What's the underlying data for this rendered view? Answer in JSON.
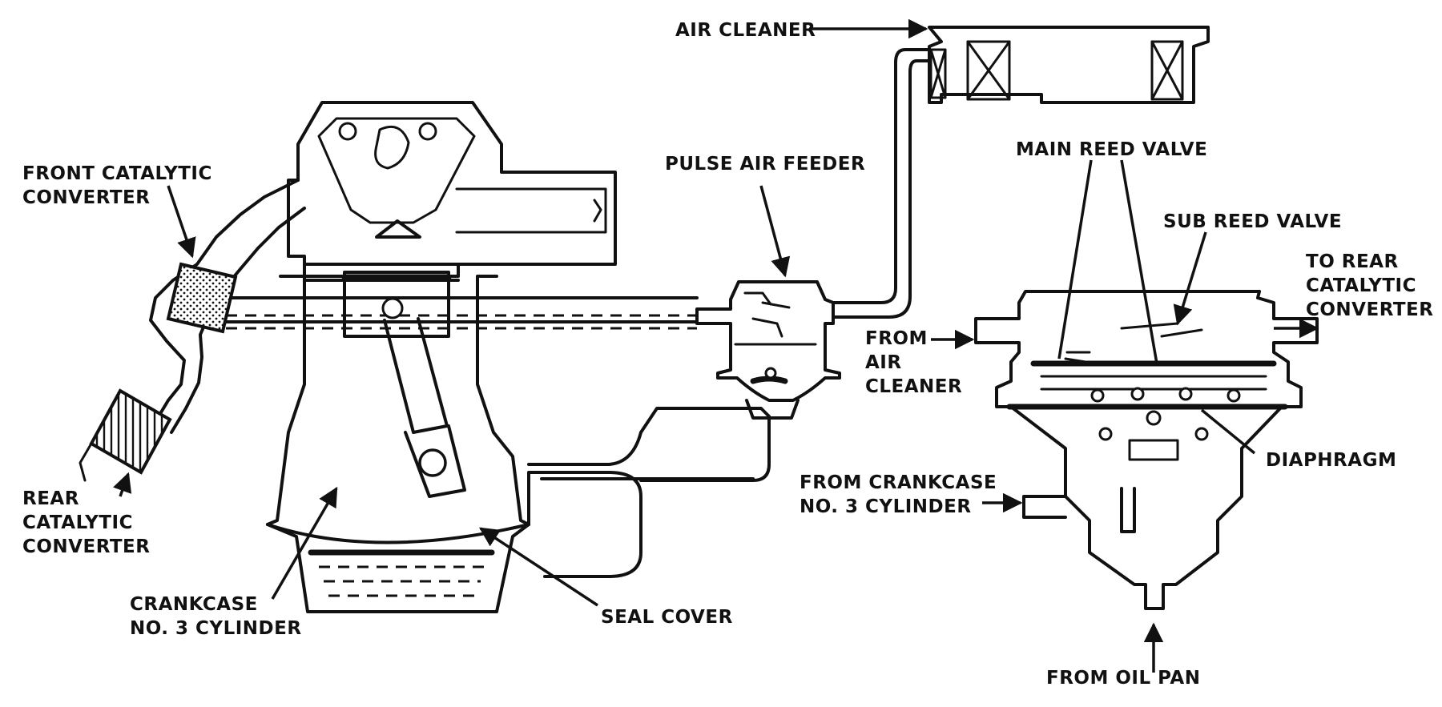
{
  "labels": {
    "air_cleaner": "AIR CLEANER",
    "front_catalytic_1": "FRONT CATALYTIC",
    "front_catalytic_2": "CONVERTER",
    "pulse_air_feeder": "PULSE AIR FEEDER",
    "main_reed_valve": "MAIN REED VALVE",
    "sub_reed_valve": "SUB REED VALVE",
    "to_rear_1": "TO REAR",
    "to_rear_2": "CATALYTIC",
    "to_rear_3": "CONVERTER",
    "from_air_1": "FROM",
    "from_air_2": "AIR",
    "from_air_3": "CLEANER",
    "diaphragm": "DIAPHRAGM",
    "from_crankcase_1": "FROM CRANKCASE",
    "from_crankcase_2": "NO. 3 CYLINDER",
    "rear_catalytic_1": "REAR",
    "rear_catalytic_2": "CATALYTIC",
    "rear_catalytic_3": "CONVERTER",
    "crankcase_1": "CRANKCASE",
    "crankcase_2": "NO. 3 CYLINDER",
    "seal_cover": "SEAL COVER",
    "from_oil_pan": "FROM OIL PAN"
  },
  "colors": {
    "ink": "#111111",
    "paper": "#ffffff"
  }
}
